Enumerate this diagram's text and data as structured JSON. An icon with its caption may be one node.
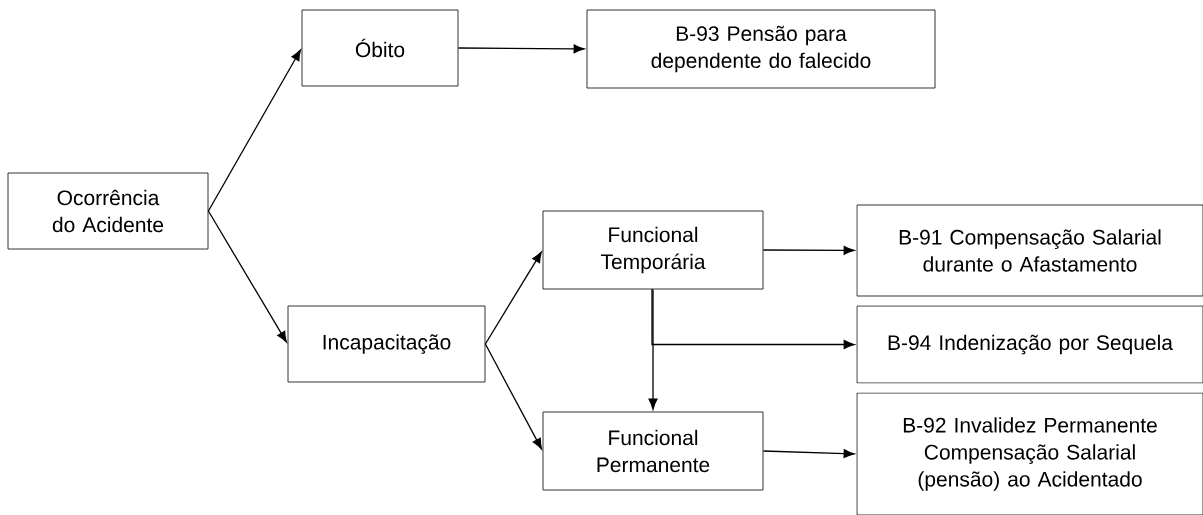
{
  "diagram": {
    "nodes": [
      {
        "text": [
          "Ocorrência do Acidente"
        ]
      },
      {
        "text": [
          "Óbito"
        ]
      },
      {
        "text": [
          "B-93 Pensão para dependente do falecido"
        ]
      },
      {
        "text": [
          "Incapacitação"
        ]
      },
      {
        "text": [
          "Funcional Temporária"
        ]
      },
      {
        "text": [
          "B-91 Compensação Salarial durante o Afastamento"
        ]
      },
      {
        "text": [
          "B-94 Indenização por Sequela"
        ]
      },
      {
        "text": [
          "Funcional Permanente"
        ]
      },
      {
        "text": [
          "B-92 Invalidez Permanente Compensação Salarial (pensão) ao Acidentado"
        ]
      }
    ],
    "edges": [
      {
        "from": 0,
        "to": 1,
        "arrow": "to"
      },
      {
        "from": 1,
        "to": 2,
        "arrow": "to"
      },
      {
        "from": 0,
        "to": 3,
        "arrow": "to"
      },
      {
        "from": 3,
        "to": 4,
        "arrow": "to"
      },
      {
        "from": 3,
        "to": 7,
        "arrow": "to"
      },
      {
        "from": 4,
        "to": 5,
        "arrow": "to"
      },
      {
        "from": 4,
        "to": 6,
        "arrow": "to"
      },
      {
        "from": 4,
        "to": 7,
        "arrow": "to"
      },
      {
        "from": 7,
        "to": 8,
        "arrow": "to"
      }
    ]
  }
}
